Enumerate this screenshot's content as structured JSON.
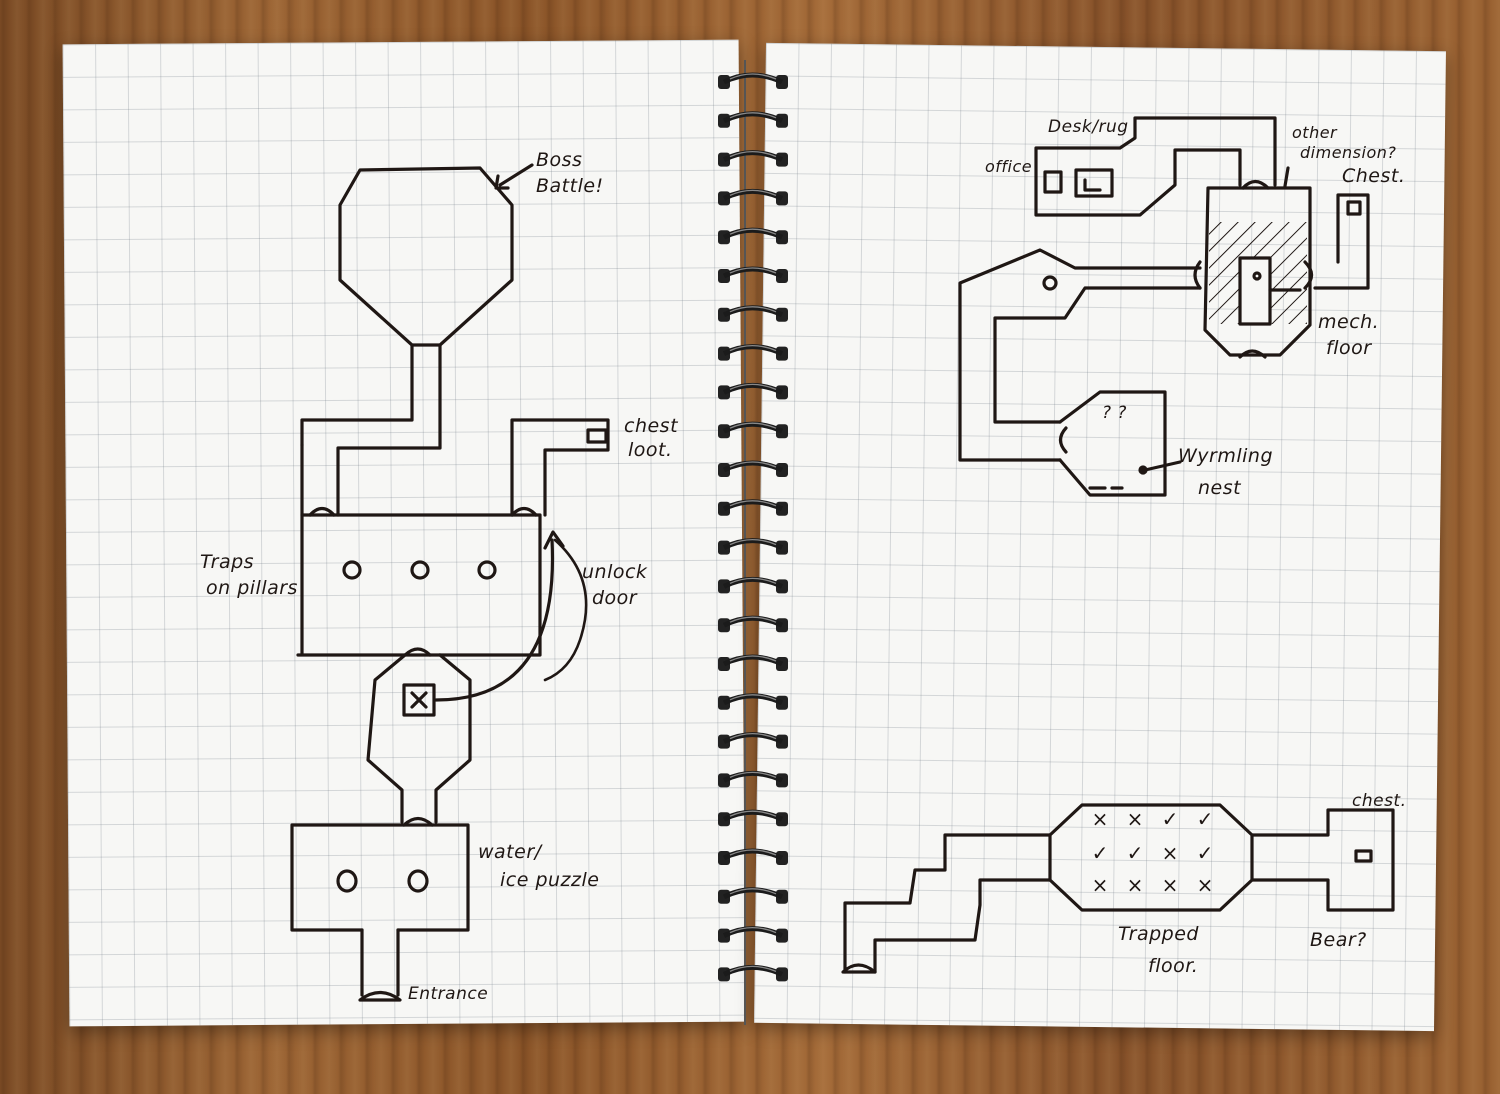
{
  "left_page": {
    "labels": {
      "boss_line1": "Boss",
      "boss_line2": "Battle!",
      "chest_loot_line1": "chest",
      "chest_loot_line2": "loot.",
      "traps_line1": "Traps",
      "traps_line2": "on pillars",
      "unlock_line1": "unlock",
      "unlock_line2": "door",
      "water_line1": "water/",
      "water_line2": "ice puzzle",
      "entrance": "Entrance"
    }
  },
  "right_page": {
    "labels": {
      "desk_rug": "Desk/rug",
      "office": "office",
      "other_dim_line1": "other",
      "other_dim_line2": "dimension?",
      "chest_top": "Chest.",
      "mech_line1": "mech.",
      "mech_line2": "floor",
      "wyrmling_line1": "Wyrmling",
      "wyrmling_line2": "nest",
      "nest_marks": "? ?",
      "chest_bottom": "chest.",
      "trapped_line1": "Trapped",
      "trapped_line2": "floor.",
      "bear": "Bear?"
    },
    "trapped_grid": [
      [
        "×",
        "×",
        "✓",
        "✓"
      ],
      [
        "✓",
        "✓",
        "×",
        "✓"
      ],
      [
        "×",
        "×",
        "×",
        "×"
      ]
    ]
  },
  "colors": {
    "ink": "#1f1714",
    "paper": "#f7f7f5",
    "grid": "#b8bfc6",
    "wood": "#8a5428",
    "spiral": "#1b1b1b"
  }
}
